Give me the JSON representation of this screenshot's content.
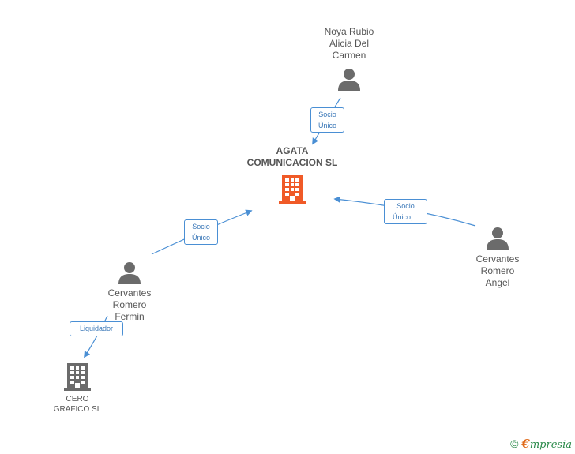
{
  "nodes": {
    "agata": {
      "label": "AGATA\nCOMUNICACION SL",
      "type": "company",
      "color": "#f05a28"
    },
    "noya": {
      "label": "Noya Rubio\nAlicia Del\nCarmen",
      "type": "person",
      "color": "#6b6b6b"
    },
    "angel": {
      "label": "Cervantes\nRomero\nAngel",
      "type": "person",
      "color": "#6b6b6b"
    },
    "fermin": {
      "label": "Cervantes\nRomero\nFermin",
      "type": "person",
      "color": "#6b6b6b"
    },
    "cero": {
      "label": "CERO\nGRAFICO SL",
      "type": "company",
      "color": "#6b6b6b"
    }
  },
  "edges": [
    {
      "id": "noya-agata",
      "label": "Socio\nÚnico"
    },
    {
      "id": "angel-agata",
      "label": "Socio\nÚnico,..."
    },
    {
      "id": "fermin-agata",
      "label": "Socio\nÚnico"
    },
    {
      "id": "fermin-cero",
      "label": "Liquidador"
    }
  ],
  "footer": {
    "copyright": "©",
    "brand_initial": "€",
    "brand_rest": "mpresia"
  },
  "colors": {
    "edge": "#4a8fd4",
    "accent": "#f05a28",
    "brand": "#2a8a4a"
  }
}
